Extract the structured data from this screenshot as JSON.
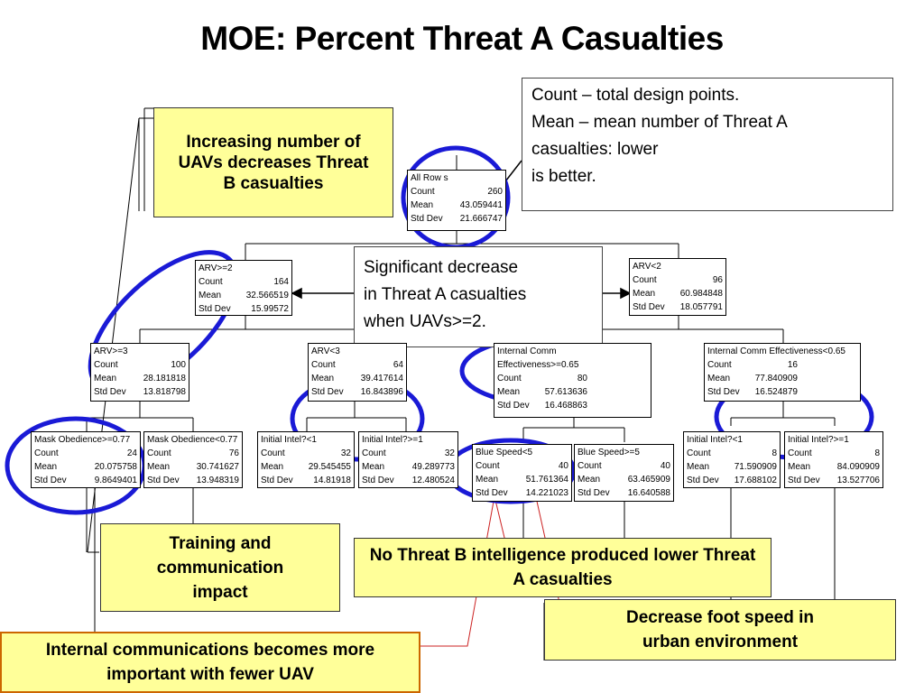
{
  "title": "MOE: Percent Threat A Casualties",
  "legend_note": {
    "line1": "Count – total design points.",
    "line2": "Mean – mean number of Threat A",
    "line3": "casualties: lower",
    "line4": "is better."
  },
  "split_note": {
    "line1": "Significant decrease",
    "line2": "in Threat A casualties",
    "line3": "when UAVs>=2."
  },
  "callouts": {
    "uav": "Increasing number of UAVs decreases Threat B casualties",
    "training": "Training and communication impact",
    "intel": "No Threat B intelligence produced lower Threat A casualties",
    "foot": "Decrease foot speed in urban environment",
    "comms": "Internal communications becomes more important with fewer UAV"
  },
  "labels": {
    "count": "Count",
    "mean": "Mean",
    "std": "Std Dev"
  },
  "nodes": {
    "root": {
      "title": "All Row s",
      "count": "260",
      "mean": "43.059441",
      "std": "21.666747"
    },
    "arv_ge2": {
      "title": "ARV>=2",
      "count": "164",
      "mean": "32.566519",
      "std": "15.99572"
    },
    "arv_lt2": {
      "title": "ARV<2",
      "count": "96",
      "mean": "60.984848",
      "std": "18.057791"
    },
    "arv_ge3": {
      "title": "ARV>=3",
      "count": "100",
      "mean": "28.181818",
      "std": "13.818798"
    },
    "arv_lt3": {
      "title": "ARV<3",
      "count": "64",
      "mean": "39.417614",
      "std": "16.843896"
    },
    "comm_ge": {
      "title": "Internal Comm\nEffectiveness>=0.65",
      "count": "80",
      "mean": "57.613636",
      "std": "16.468863"
    },
    "comm_lt": {
      "title": "Internal Comm Effectiveness<0.65",
      "count": "16",
      "mean": "77.840909",
      "std": "16.524879"
    },
    "mask_ge": {
      "title": "Mask Obedience>=0.77",
      "count": "24",
      "mean": "20.075758",
      "std": "9.8649401"
    },
    "mask_lt": {
      "title": "Mask Obedience<0.77",
      "count": "76",
      "mean": "30.741627",
      "std": "13.948319"
    },
    "intel_lt1_a": {
      "title": "Initial Intel?<1",
      "count": "32",
      "mean": "29.545455",
      "std": "14.81918"
    },
    "intel_ge1_a": {
      "title": "Initial Intel?>=1",
      "count": "32",
      "mean": "49.289773",
      "std": "12.480524"
    },
    "speed_lt5": {
      "title": "Blue Speed<5",
      "count": "40",
      "mean": "51.761364",
      "std": "14.221023"
    },
    "speed_ge5": {
      "title": "Blue Speed>=5",
      "count": "40",
      "mean": "63.465909",
      "std": "16.640588"
    },
    "intel_lt1_b": {
      "title": "Initial Intel?<1",
      "count": "8",
      "mean": "71.590909",
      "std": "17.688102"
    },
    "intel_ge1_b": {
      "title": "Initial Intel?>=1",
      "count": "8",
      "mean": "84.090909",
      "std": "13.527706"
    }
  },
  "colors": {
    "highlight_ring": "#1a1ad6",
    "callout_fill": "#ffff99",
    "pointer_line": "#cc2222"
  }
}
